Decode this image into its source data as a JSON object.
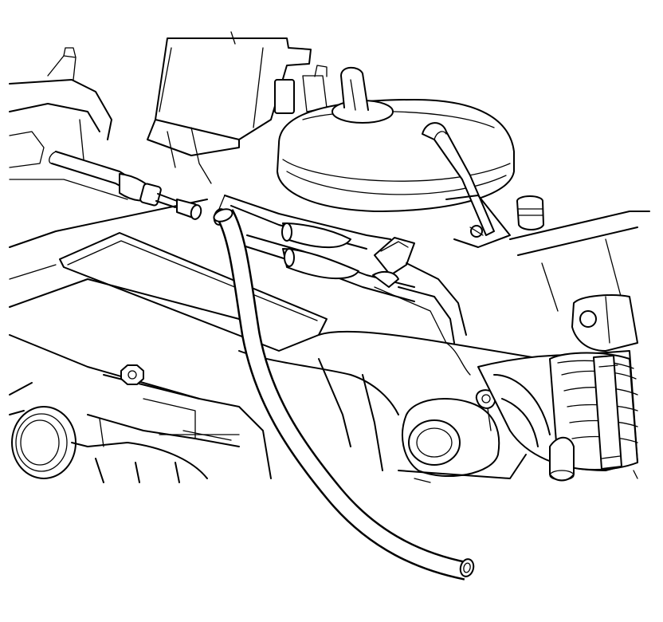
{
  "illustration": {
    "style": "black line art on white",
    "stroke_color": "#000000",
    "background_color": "#ffffff",
    "components": [
      "engine-cover",
      "master-cylinder-reservoir",
      "fuel-lines",
      "disconnected-fuel-line-fitting",
      "vacuum-hose",
      "air-intake-duct",
      "throttle-body",
      "mounting-bolt"
    ]
  }
}
